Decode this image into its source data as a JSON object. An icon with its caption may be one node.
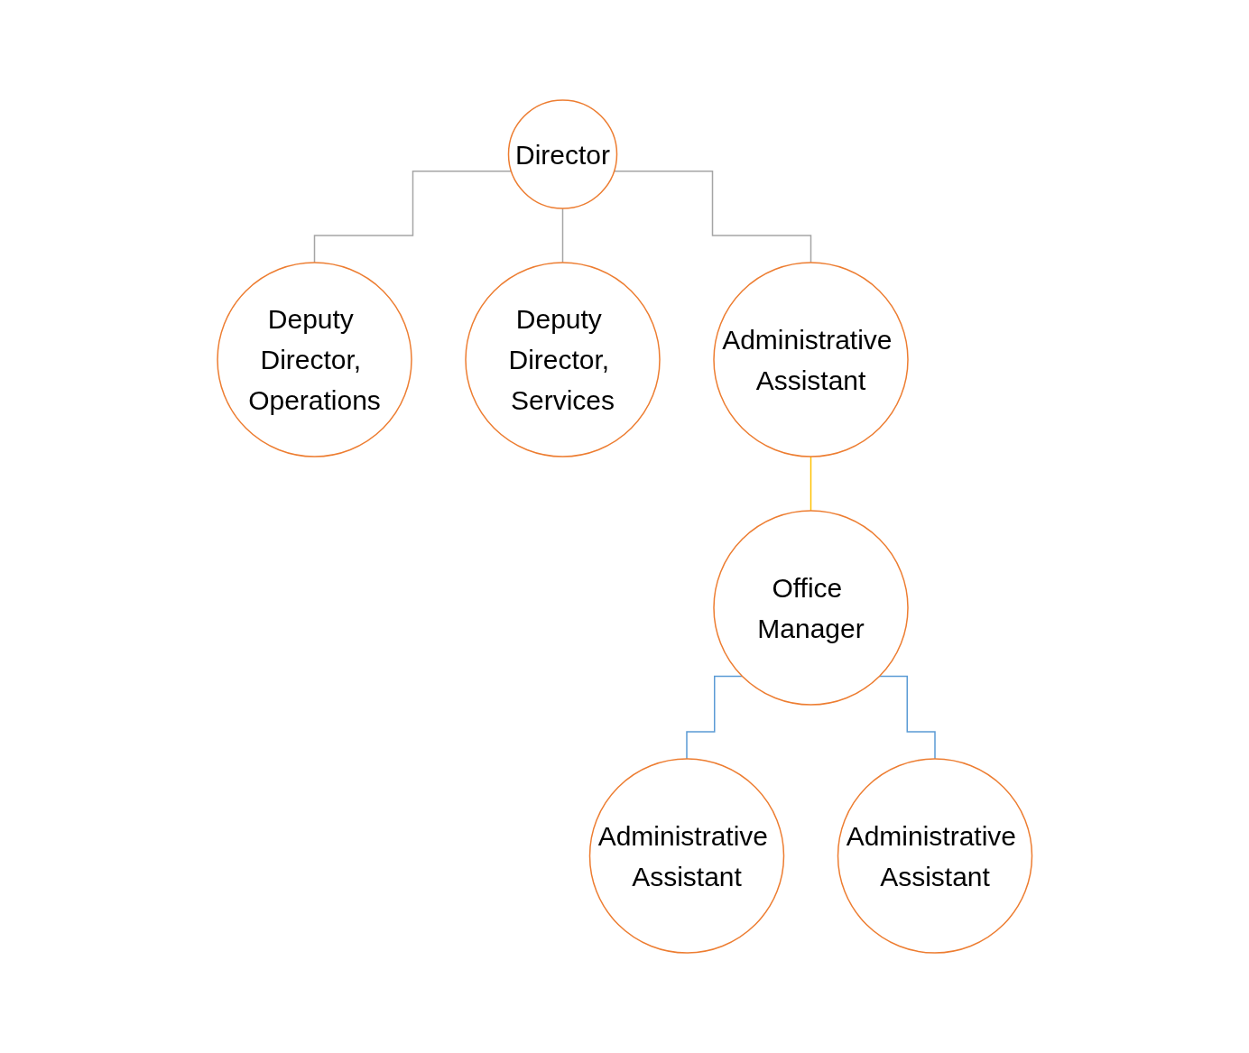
{
  "diagram": {
    "nodes": [
      {
        "text": [
          "Director"
        ]
      },
      {
        "text": [
          "Deputy Director, Operations"
        ]
      },
      {
        "text": [
          "Deputy Director, Services"
        ]
      },
      {
        "text": [
          "Administrative Assistant"
        ]
      },
      {
        "text": [
          "Office Manager"
        ]
      },
      {
        "text": [
          "Administrative Assistant"
        ]
      },
      {
        "text": [
          "Administrative Assistant"
        ]
      }
    ],
    "edges": [
      {
        "from": 0,
        "to": 1,
        "arrow": "none"
      },
      {
        "from": 0,
        "to": 2,
        "arrow": "none"
      },
      {
        "from": 0,
        "to": 3,
        "arrow": "none"
      },
      {
        "from": 3,
        "to": 4,
        "arrow": "none",
        "color": "#ffc000"
      },
      {
        "from": 4,
        "to": 5,
        "arrow": "none",
        "color": "#5b9bd5"
      },
      {
        "from": 4,
        "to": 6,
        "arrow": "none",
        "color": "#5b9bd5"
      }
    ]
  }
}
